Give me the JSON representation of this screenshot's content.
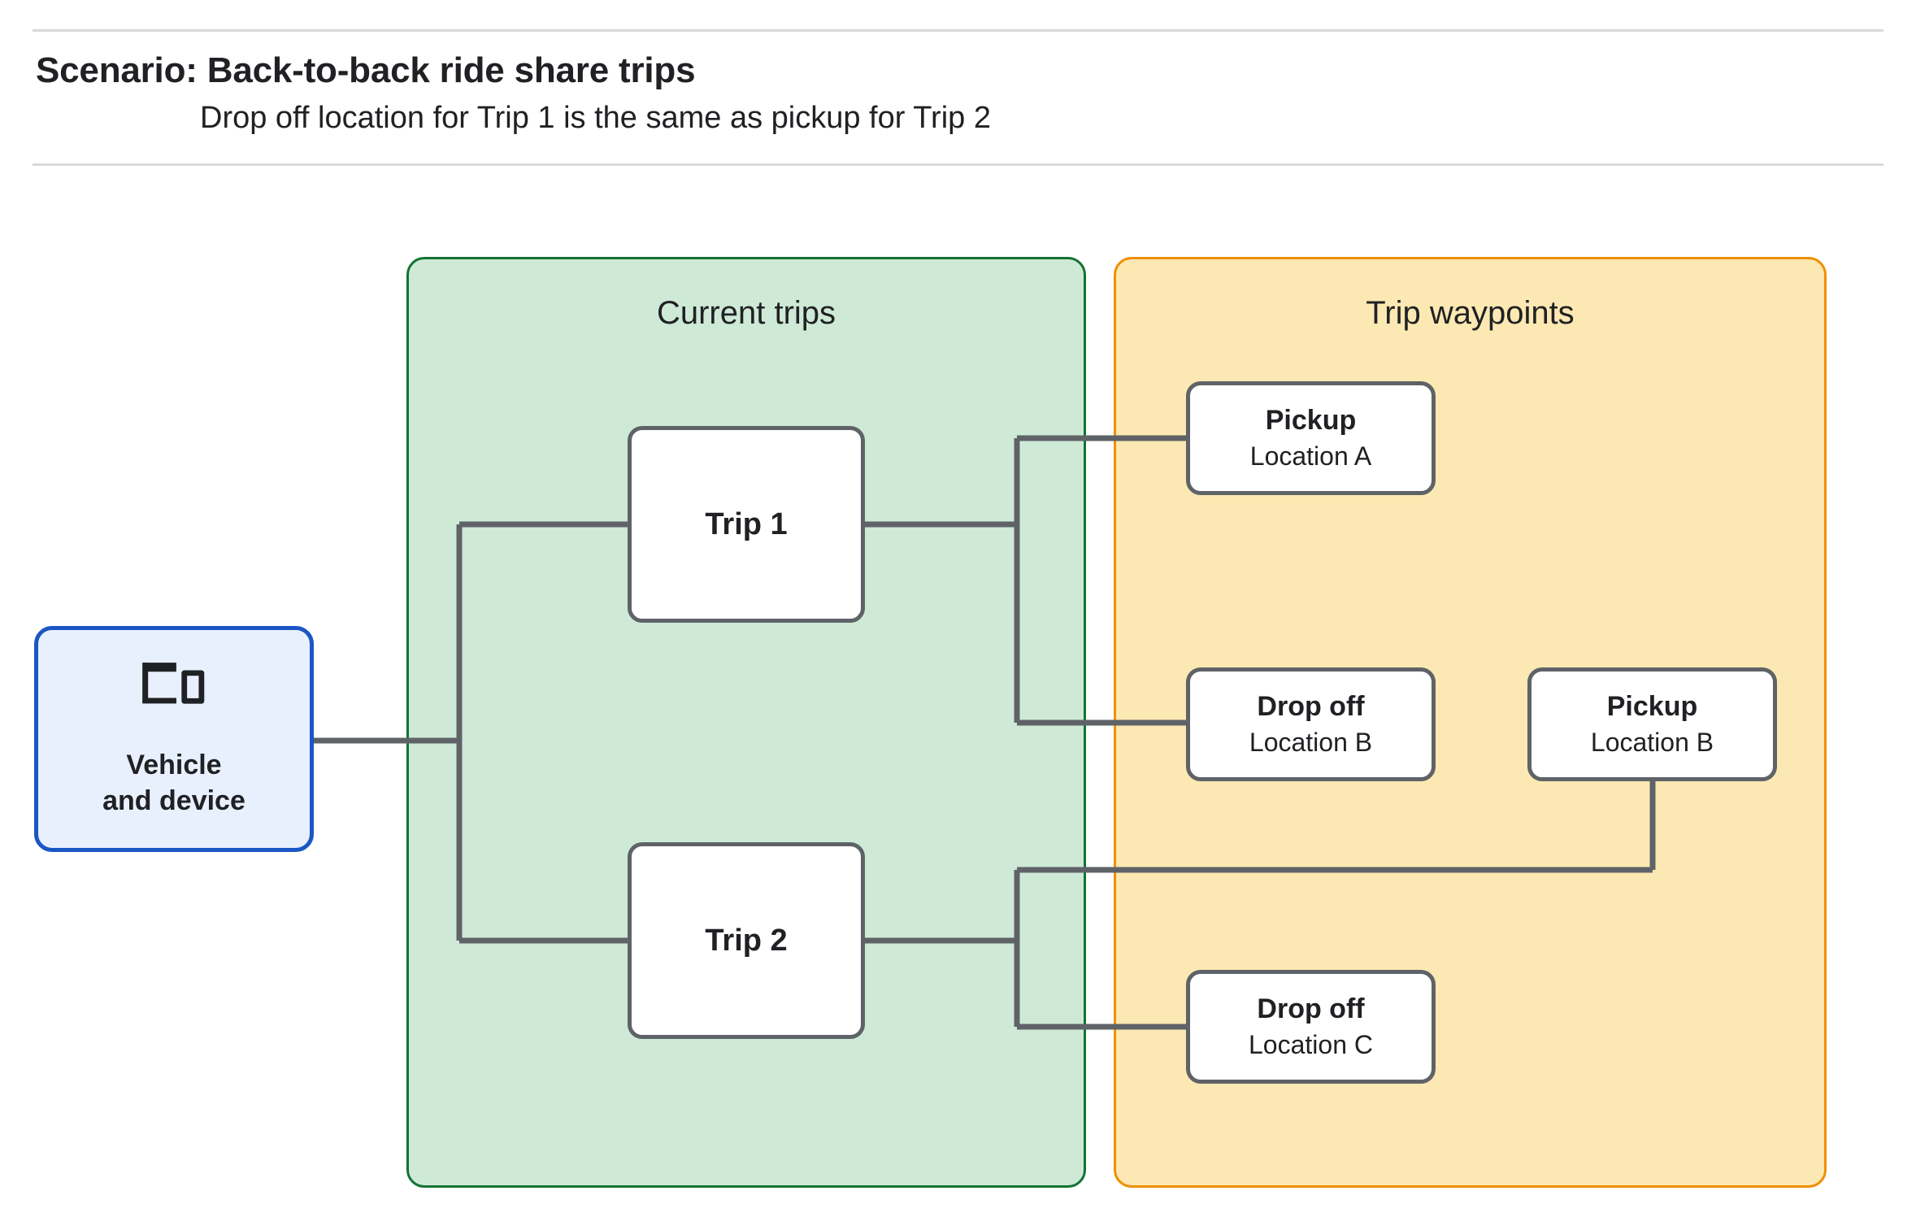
{
  "header": {
    "title": "Scenario: Back-to-back ride share trips",
    "subtitle": "Drop off  location for Trip 1 is the same as pickup for Trip 2"
  },
  "groups": {
    "current_trips": {
      "label": "Current trips",
      "border_color": "#137333",
      "fill_color": "#ceead6"
    },
    "trip_waypoints": {
      "label": "Trip waypoints",
      "border_color": "#ef8f00",
      "fill_color": "#fce8b2"
    }
  },
  "vehicle": {
    "label": "Vehicle\nand device",
    "icon": "devices-icon",
    "border_color": "#1a56c4",
    "fill_color": "#e8f0fe"
  },
  "trips": [
    {
      "label": "Trip 1"
    },
    {
      "label": "Trip 2"
    }
  ],
  "waypoints": [
    {
      "title": "Pickup",
      "sub": "Location A"
    },
    {
      "title": "Drop off",
      "sub": "Location B"
    },
    {
      "title": "Pickup",
      "sub": "Location B"
    },
    {
      "title": "Drop off",
      "sub": "Location C"
    }
  ],
  "style": {
    "edge_color": "#5f6368",
    "node_border_color": "#5f6368",
    "rule_color": "#d9d9d9"
  }
}
